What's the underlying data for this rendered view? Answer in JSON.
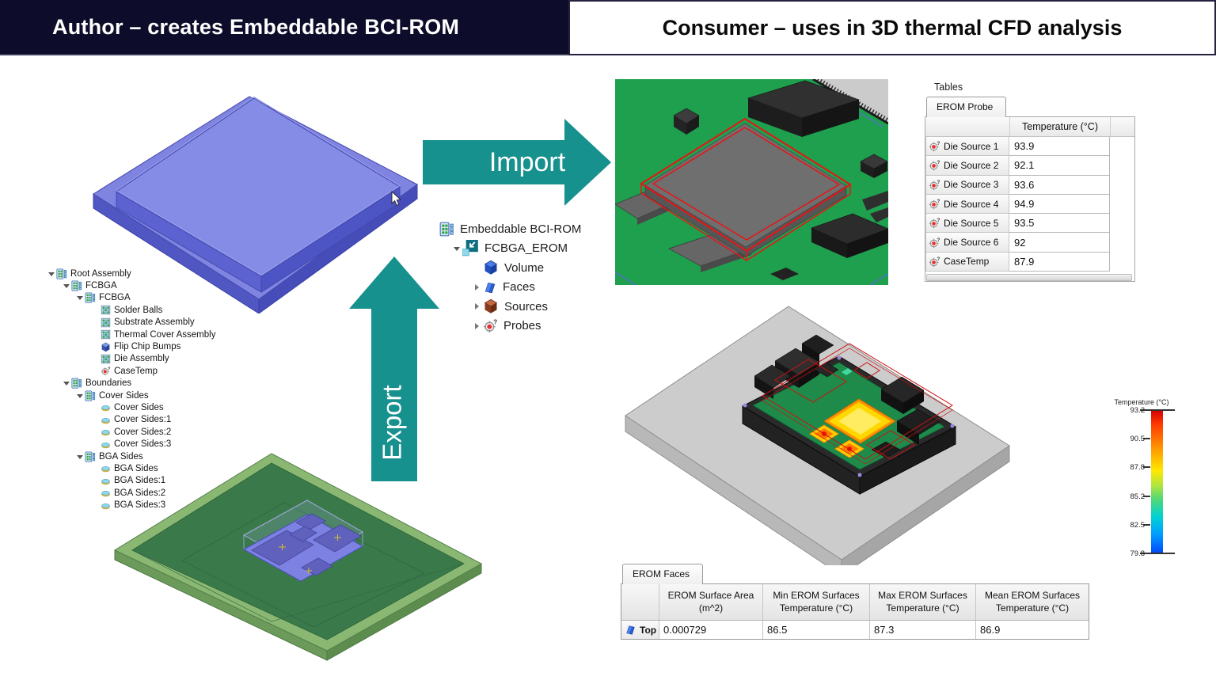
{
  "header": {
    "author_title": "Author – creates Embeddable BCI-ROM",
    "consumer_title": "Consumer – uses in 3D thermal CFD analysis"
  },
  "arrows": {
    "import_label": "Import",
    "export_label": "Export",
    "color": "#17918e"
  },
  "author_panel": {
    "tree": [
      {
        "label": "Root Assembly",
        "level": 0,
        "icon": "assembly",
        "caret": "down"
      },
      {
        "label": "FCBGA",
        "level": 1,
        "icon": "assembly",
        "caret": "down"
      },
      {
        "label": "FCBGA",
        "level": 2,
        "icon": "assembly",
        "caret": "down"
      },
      {
        "label": "Solder Balls",
        "level": 3,
        "icon": "grid",
        "caret": "none"
      },
      {
        "label": "Substrate Assembly",
        "level": 3,
        "icon": "grid",
        "caret": "none"
      },
      {
        "label": "Thermal Cover Assembly",
        "level": 3,
        "icon": "grid",
        "caret": "none"
      },
      {
        "label": "Flip Chip Bumps",
        "level": 3,
        "icon": "cube",
        "caret": "none"
      },
      {
        "label": "Die Assembly",
        "level": 3,
        "icon": "grid",
        "caret": "none"
      },
      {
        "label": "CaseTemp",
        "level": 3,
        "icon": "probe",
        "caret": "none"
      },
      {
        "label": "Boundaries",
        "level": 1,
        "icon": "assembly",
        "caret": "down"
      },
      {
        "label": "Cover Sides",
        "level": 2,
        "icon": "assembly",
        "caret": "down"
      },
      {
        "label": "Cover Sides",
        "level": 3,
        "icon": "disc",
        "caret": "none"
      },
      {
        "label": "Cover Sides:1",
        "level": 3,
        "icon": "disc",
        "caret": "none"
      },
      {
        "label": "Cover Sides:2",
        "level": 3,
        "icon": "disc",
        "caret": "none"
      },
      {
        "label": "Cover Sides:3",
        "level": 3,
        "icon": "disc",
        "caret": "none"
      },
      {
        "label": "BGA Sides",
        "level": 2,
        "icon": "assembly",
        "caret": "down"
      },
      {
        "label": "BGA Sides",
        "level": 3,
        "icon": "disc",
        "caret": "none"
      },
      {
        "label": "BGA Sides:1",
        "level": 3,
        "icon": "disc",
        "caret": "none"
      },
      {
        "label": "BGA Sides:2",
        "level": 3,
        "icon": "disc",
        "caret": "none"
      },
      {
        "label": "BGA Sides:3",
        "level": 3,
        "icon": "disc",
        "caret": "none"
      }
    ]
  },
  "erom_panel": {
    "tree": [
      {
        "label": "Embeddable BCI-ROM",
        "level": 0,
        "icon": "assembly",
        "caret": "none"
      },
      {
        "label": "FCBGA_EROM",
        "level": 1,
        "icon": "erom",
        "caret": "down"
      },
      {
        "label": "Volume",
        "level": 2,
        "icon": "volume",
        "caret": "none"
      },
      {
        "label": "Faces",
        "level": 2,
        "icon": "face",
        "caret": "right"
      },
      {
        "label": "Sources",
        "level": 2,
        "icon": "source",
        "caret": "right"
      },
      {
        "label": "Probes",
        "level": 2,
        "icon": "probe",
        "caret": "right"
      }
    ]
  },
  "probe_panel": {
    "title": "Tables",
    "tab": "EROM Probe",
    "column_header": "Temperature (°C)",
    "rows": [
      {
        "label": "Die Source 1",
        "value": "93.9"
      },
      {
        "label": "Die Source 2",
        "value": "92.1"
      },
      {
        "label": "Die Source 3",
        "value": "93.6"
      },
      {
        "label": "Die Source 4",
        "value": "94.9"
      },
      {
        "label": "Die Source 5",
        "value": "93.5"
      },
      {
        "label": "Die Source 6",
        "value": "92"
      },
      {
        "label": "CaseTemp",
        "value": "87.9"
      }
    ]
  },
  "faces_panel": {
    "tab": "EROM Faces",
    "columns": [
      "EROM Surface Area\n(m^2)",
      "Min EROM Surfaces\nTemperature (°C)",
      "Max EROM Surfaces\nTemperature (°C)",
      "Mean EROM Surfaces\nTemperature (°C)"
    ],
    "row_label": "Top",
    "values": [
      "0.000729",
      "86.5",
      "87.3",
      "86.9"
    ]
  },
  "colorbar": {
    "title": "Temperature (°C)",
    "ticks": [
      "93.2",
      "90.5",
      "87.8",
      "85.2",
      "82.5",
      "79.8"
    ]
  },
  "colors": {
    "accent_teal": "#17918e",
    "header_navy": "#0d0d2b",
    "pcb_green": "#1fa04e",
    "erom_outline_red": "#e81414",
    "package_blue": "#7e84df",
    "substrate_green": "#3a7a4a"
  }
}
